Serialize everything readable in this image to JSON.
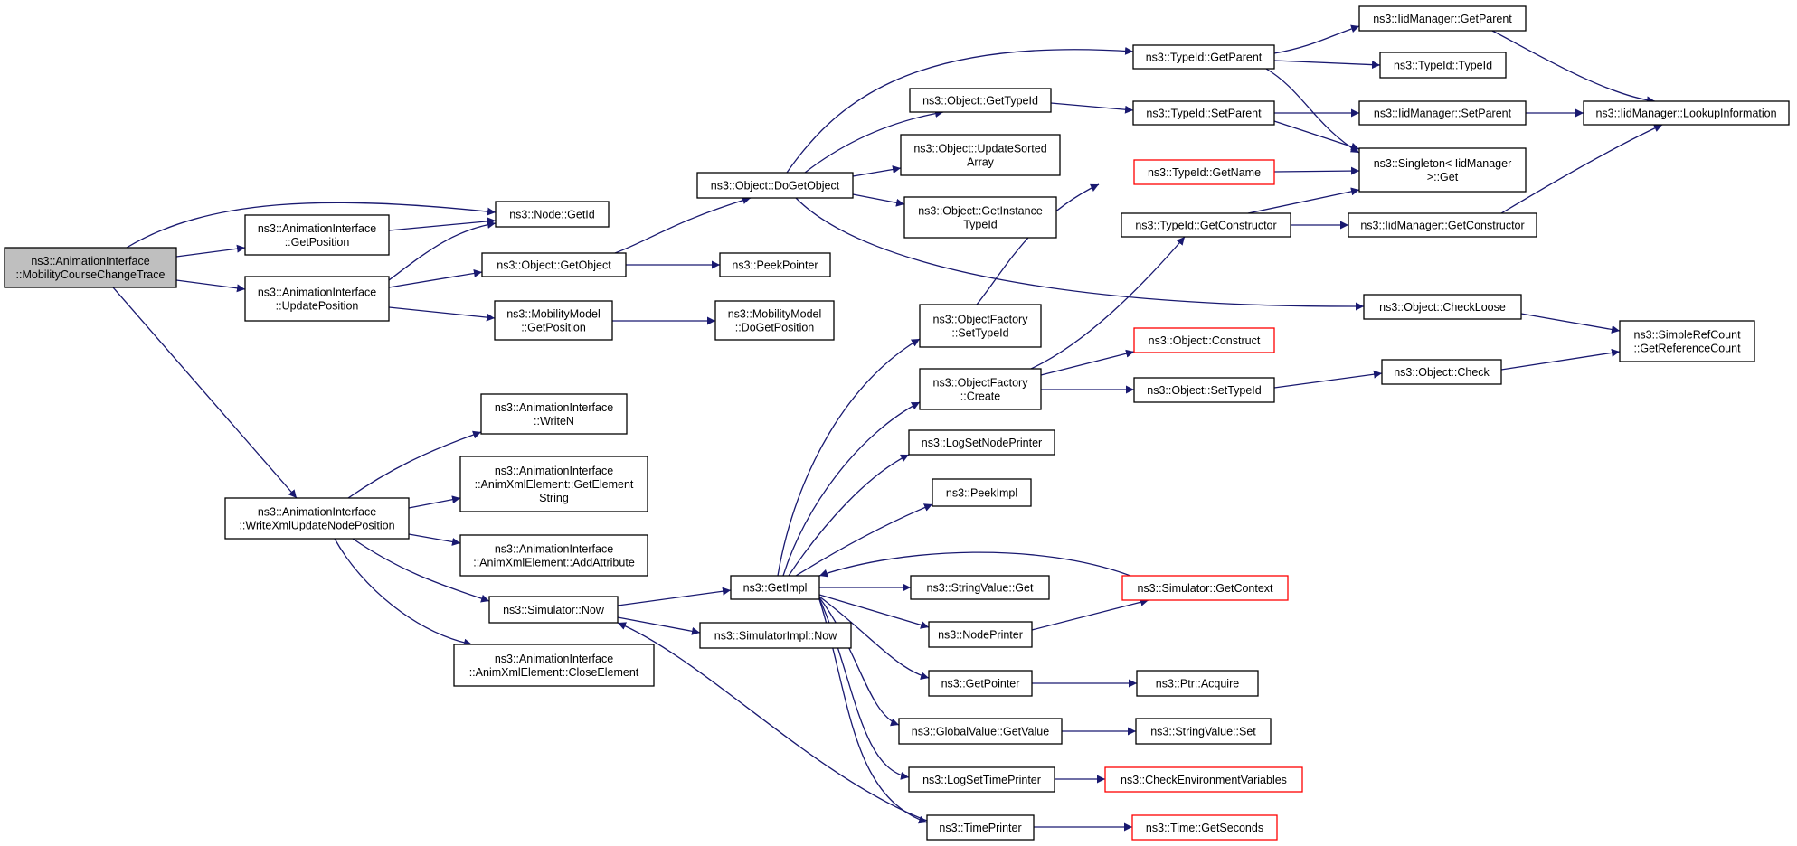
{
  "colors": {
    "edge": "#191970",
    "node_border": "#000000",
    "node_border_incomplete": "#ff0000",
    "root_fill": "#bfbfbf",
    "node_fill": "#ffffff"
  },
  "nodes": {
    "mct": {
      "lines": [
        "ns3::AnimationInterface",
        "::MobilityCourseChangeTrace"
      ],
      "root": true
    },
    "getid": {
      "lines": [
        "ns3::Node::GetId"
      ]
    },
    "aigetpos": {
      "lines": [
        "ns3::AnimationInterface",
        "::GetPosition"
      ]
    },
    "updpos": {
      "lines": [
        "ns3::AnimationInterface",
        "::UpdatePosition"
      ]
    },
    "getobject": {
      "lines": [
        "ns3::Object::GetObject"
      ]
    },
    "mmgetpos": {
      "lines": [
        "ns3::MobilityModel",
        "::GetPosition"
      ]
    },
    "peekptr": {
      "lines": [
        "ns3::PeekPointer"
      ]
    },
    "mmdogetpos": {
      "lines": [
        "ns3::MobilityModel",
        "::DoGetPosition"
      ]
    },
    "dogetobject": {
      "lines": [
        "ns3::Object::DoGetObject"
      ]
    },
    "objgettypeid": {
      "lines": [
        "ns3::Object::GetTypeId"
      ]
    },
    "updsorted": {
      "lines": [
        "ns3::Object::UpdateSorted",
        "Array"
      ]
    },
    "getinst": {
      "lines": [
        "ns3::Object::GetInstance",
        "TypeId"
      ]
    },
    "tgetparent": {
      "lines": [
        "ns3::TypeId::GetParent"
      ]
    },
    "tsetparent": {
      "lines": [
        "ns3::TypeId::SetParent"
      ]
    },
    "tgetname": {
      "lines": [
        "ns3::TypeId::GetName"
      ],
      "incomplete": true
    },
    "tgetctor": {
      "lines": [
        "ns3::TypeId::GetConstructor"
      ]
    },
    "iidgetparent": {
      "lines": [
        "ns3::IidManager::GetParent"
      ]
    },
    "ttypeid": {
      "lines": [
        "ns3::TypeId::TypeId"
      ]
    },
    "iidsetparent": {
      "lines": [
        "ns3::IidManager::SetParent"
      ]
    },
    "singleton": {
      "lines": [
        "ns3::Singleton< IidManager",
        ">::Get"
      ]
    },
    "iidgetctor": {
      "lines": [
        "ns3::IidManager::GetConstructor"
      ]
    },
    "lookup": {
      "lines": [
        "ns3::IidManager::LookupInformation"
      ]
    },
    "checkloose": {
      "lines": [
        "ns3::Object::CheckLoose"
      ]
    },
    "getrefcount": {
      "lines": [
        "ns3::SimpleRefCount",
        "::GetReferenceCount"
      ]
    },
    "ofsettypeid": {
      "lines": [
        "ns3::ObjectFactory",
        "::SetTypeId"
      ]
    },
    "ofcreate": {
      "lines": [
        "ns3::ObjectFactory",
        "::Create"
      ]
    },
    "construct": {
      "lines": [
        "ns3::Object::Construct"
      ],
      "incomplete": true
    },
    "osettypeid": {
      "lines": [
        "ns3::Object::SetTypeId"
      ]
    },
    "ocheck": {
      "lines": [
        "ns3::Object::Check"
      ]
    },
    "logsetnode": {
      "lines": [
        "ns3::LogSetNodePrinter"
      ]
    },
    "peekimpl": {
      "lines": [
        "ns3::PeekImpl"
      ]
    },
    "writen": {
      "lines": [
        "ns3::AnimationInterface",
        "::WriteN"
      ]
    },
    "getelemstr": {
      "lines": [
        "ns3::AnimationInterface",
        "::AnimXmlElement::GetElement",
        "String"
      ]
    },
    "addattr": {
      "lines": [
        "ns3::AnimationInterface",
        "::AnimXmlElement::AddAttribute"
      ]
    },
    "writexml": {
      "lines": [
        "ns3::AnimationInterface",
        "::WriteXmlUpdateNodePosition"
      ]
    },
    "simnow": {
      "lines": [
        "ns3::Simulator::Now"
      ]
    },
    "closeelem": {
      "lines": [
        "ns3::AnimationInterface",
        "::AnimXmlElement::CloseElement"
      ]
    },
    "getimpl": {
      "lines": [
        "ns3::GetImpl"
      ]
    },
    "simimplnow": {
      "lines": [
        "ns3::SimulatorImpl::Now"
      ]
    },
    "strvalget": {
      "lines": [
        "ns3::StringValue::Get"
      ]
    },
    "simgetctx": {
      "lines": [
        "ns3::Simulator::GetContext"
      ],
      "incomplete": true
    },
    "nodeprinter": {
      "lines": [
        "ns3::NodePrinter"
      ]
    },
    "getpointer": {
      "lines": [
        "ns3::GetPointer"
      ]
    },
    "ptracquire": {
      "lines": [
        "ns3::Ptr::Acquire"
      ]
    },
    "gvgetvalue": {
      "lines": [
        "ns3::GlobalValue::GetValue"
      ]
    },
    "strvalset": {
      "lines": [
        "ns3::StringValue::Set"
      ]
    },
    "logsettime": {
      "lines": [
        "ns3::LogSetTimePrinter"
      ]
    },
    "checkenv": {
      "lines": [
        "ns3::CheckEnvironmentVariables"
      ],
      "incomplete": true
    },
    "timeprinter": {
      "lines": [
        "ns3::TimePrinter"
      ]
    },
    "timegetsec": {
      "lines": [
        "ns3::Time::GetSeconds"
      ],
      "incomplete": true
    }
  },
  "edges": [
    [
      "mct",
      "getid"
    ],
    [
      "mct",
      "aigetpos"
    ],
    [
      "mct",
      "updpos"
    ],
    [
      "mct",
      "writexml"
    ],
    [
      "aigetpos",
      "getid"
    ],
    [
      "updpos",
      "getid"
    ],
    [
      "updpos",
      "getobject"
    ],
    [
      "updpos",
      "mmgetpos"
    ],
    [
      "getobject",
      "dogetobject"
    ],
    [
      "getobject",
      "peekptr"
    ],
    [
      "mmgetpos",
      "mmdogetpos"
    ],
    [
      "dogetobject",
      "tgetparent"
    ],
    [
      "dogetobject",
      "objgettypeid"
    ],
    [
      "dogetobject",
      "updsorted"
    ],
    [
      "dogetobject",
      "getinst"
    ],
    [
      "dogetobject",
      "checkloose"
    ],
    [
      "objgettypeid",
      "tsetparent"
    ],
    [
      "tgetparent",
      "iidgetparent"
    ],
    [
      "tgetparent",
      "ttypeid"
    ],
    [
      "tgetparent",
      "singleton"
    ],
    [
      "tsetparent",
      "iidsetparent"
    ],
    [
      "tsetparent",
      "singleton"
    ],
    [
      "tgetname",
      "singleton"
    ],
    [
      "tgetctor",
      "singleton"
    ],
    [
      "tgetctor",
      "iidgetctor"
    ],
    [
      "iidgetparent",
      "lookup"
    ],
    [
      "iidsetparent",
      "lookup"
    ],
    [
      "iidgetctor",
      "lookup"
    ],
    [
      "checkloose",
      "getrefcount"
    ],
    [
      "ocheck",
      "getrefcount"
    ],
    [
      "ofsettypeid",
      "tgetname"
    ],
    [
      "ofcreate",
      "tgetctor"
    ],
    [
      "ofcreate",
      "construct"
    ],
    [
      "ofcreate",
      "osettypeid"
    ],
    [
      "osettypeid",
      "ocheck"
    ],
    [
      "writexml",
      "writen"
    ],
    [
      "writexml",
      "getelemstr"
    ],
    [
      "writexml",
      "addattr"
    ],
    [
      "writexml",
      "simnow"
    ],
    [
      "writexml",
      "closeelem"
    ],
    [
      "simnow",
      "getimpl"
    ],
    [
      "simnow",
      "simimplnow"
    ],
    [
      "getimpl",
      "ofsettypeid"
    ],
    [
      "getimpl",
      "ofcreate"
    ],
    [
      "getimpl",
      "logsetnode"
    ],
    [
      "getimpl",
      "peekimpl"
    ],
    [
      "getimpl",
      "strvalget"
    ],
    [
      "getimpl",
      "nodeprinter"
    ],
    [
      "getimpl",
      "getpointer"
    ],
    [
      "getimpl",
      "gvgetvalue"
    ],
    [
      "getimpl",
      "logsettime"
    ],
    [
      "getimpl",
      "timeprinter"
    ],
    [
      "simgetctx",
      "getimpl"
    ],
    [
      "nodeprinter",
      "simgetctx"
    ],
    [
      "getpointer",
      "ptracquire"
    ],
    [
      "gvgetvalue",
      "strvalset"
    ],
    [
      "logsettime",
      "checkenv"
    ],
    [
      "timeprinter",
      "timegetsec"
    ],
    [
      "timeprinter",
      "simnow"
    ]
  ]
}
